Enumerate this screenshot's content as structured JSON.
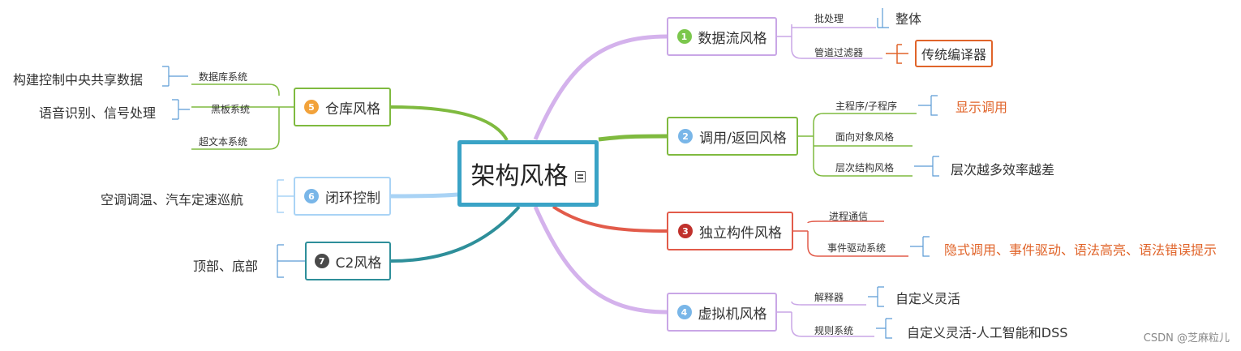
{
  "root": {
    "label": "架构风格"
  },
  "branches": [
    {
      "num": "1",
      "label": "数据流风格",
      "color": "#c9a6e6",
      "badge": "#7bc74d",
      "subs": [
        {
          "label": "批处理",
          "leaf": "整体"
        },
        {
          "label": "管道过滤器",
          "leaf": "传统编译器"
        }
      ]
    },
    {
      "num": "2",
      "label": "调用/返回风格",
      "color": "#7fba3f",
      "badge": "#79b6e8",
      "subs": [
        {
          "label": "主程序/子程序",
          "leaf": "显示调用"
        },
        {
          "label": "面向对象风格",
          "leaf": ""
        },
        {
          "label": "层次结构风格",
          "leaf": "层次越多效率越差"
        }
      ]
    },
    {
      "num": "3",
      "label": "独立构件风格",
      "color": "#e25b4a",
      "badge": "#c0312c",
      "subs": [
        {
          "label": "进程通信",
          "leaf": ""
        },
        {
          "label": "事件驱动系统",
          "leaf": "隐式调用、事件驱动、语法高亮、语法错误提示"
        }
      ]
    },
    {
      "num": "4",
      "label": "虚拟机风格",
      "color": "#c9a6e6",
      "badge": "#79b6e8",
      "subs": [
        {
          "label": "解释器",
          "leaf": "自定义灵活"
        },
        {
          "label": "规则系统",
          "leaf": "自定义灵活-人工智能和DSS"
        }
      ]
    },
    {
      "num": "5",
      "label": "仓库风格",
      "color": "#7fba3f",
      "badge": "#f2a23a",
      "subs": [
        {
          "label": "数据库系统",
          "leaf": "构建控制中央共享数据"
        },
        {
          "label": "黑板系统",
          "leaf": "语音识别、信号处理"
        },
        {
          "label": "超文本系统",
          "leaf": ""
        }
      ]
    },
    {
      "num": "6",
      "label": "闭环控制",
      "color": "#a9d3f5",
      "badge": "#79b6e8",
      "subs": [
        {
          "label": "",
          "leaf": "空调调温、汽车定速巡航"
        }
      ]
    },
    {
      "num": "7",
      "label": "C2风格",
      "color": "#2e8f9a",
      "badge": "#4a4a4a",
      "subs": [
        {
          "label": "",
          "leaf": "顶部、底部"
        }
      ]
    }
  ],
  "watermark": "CSDN @芝麻粒儿"
}
